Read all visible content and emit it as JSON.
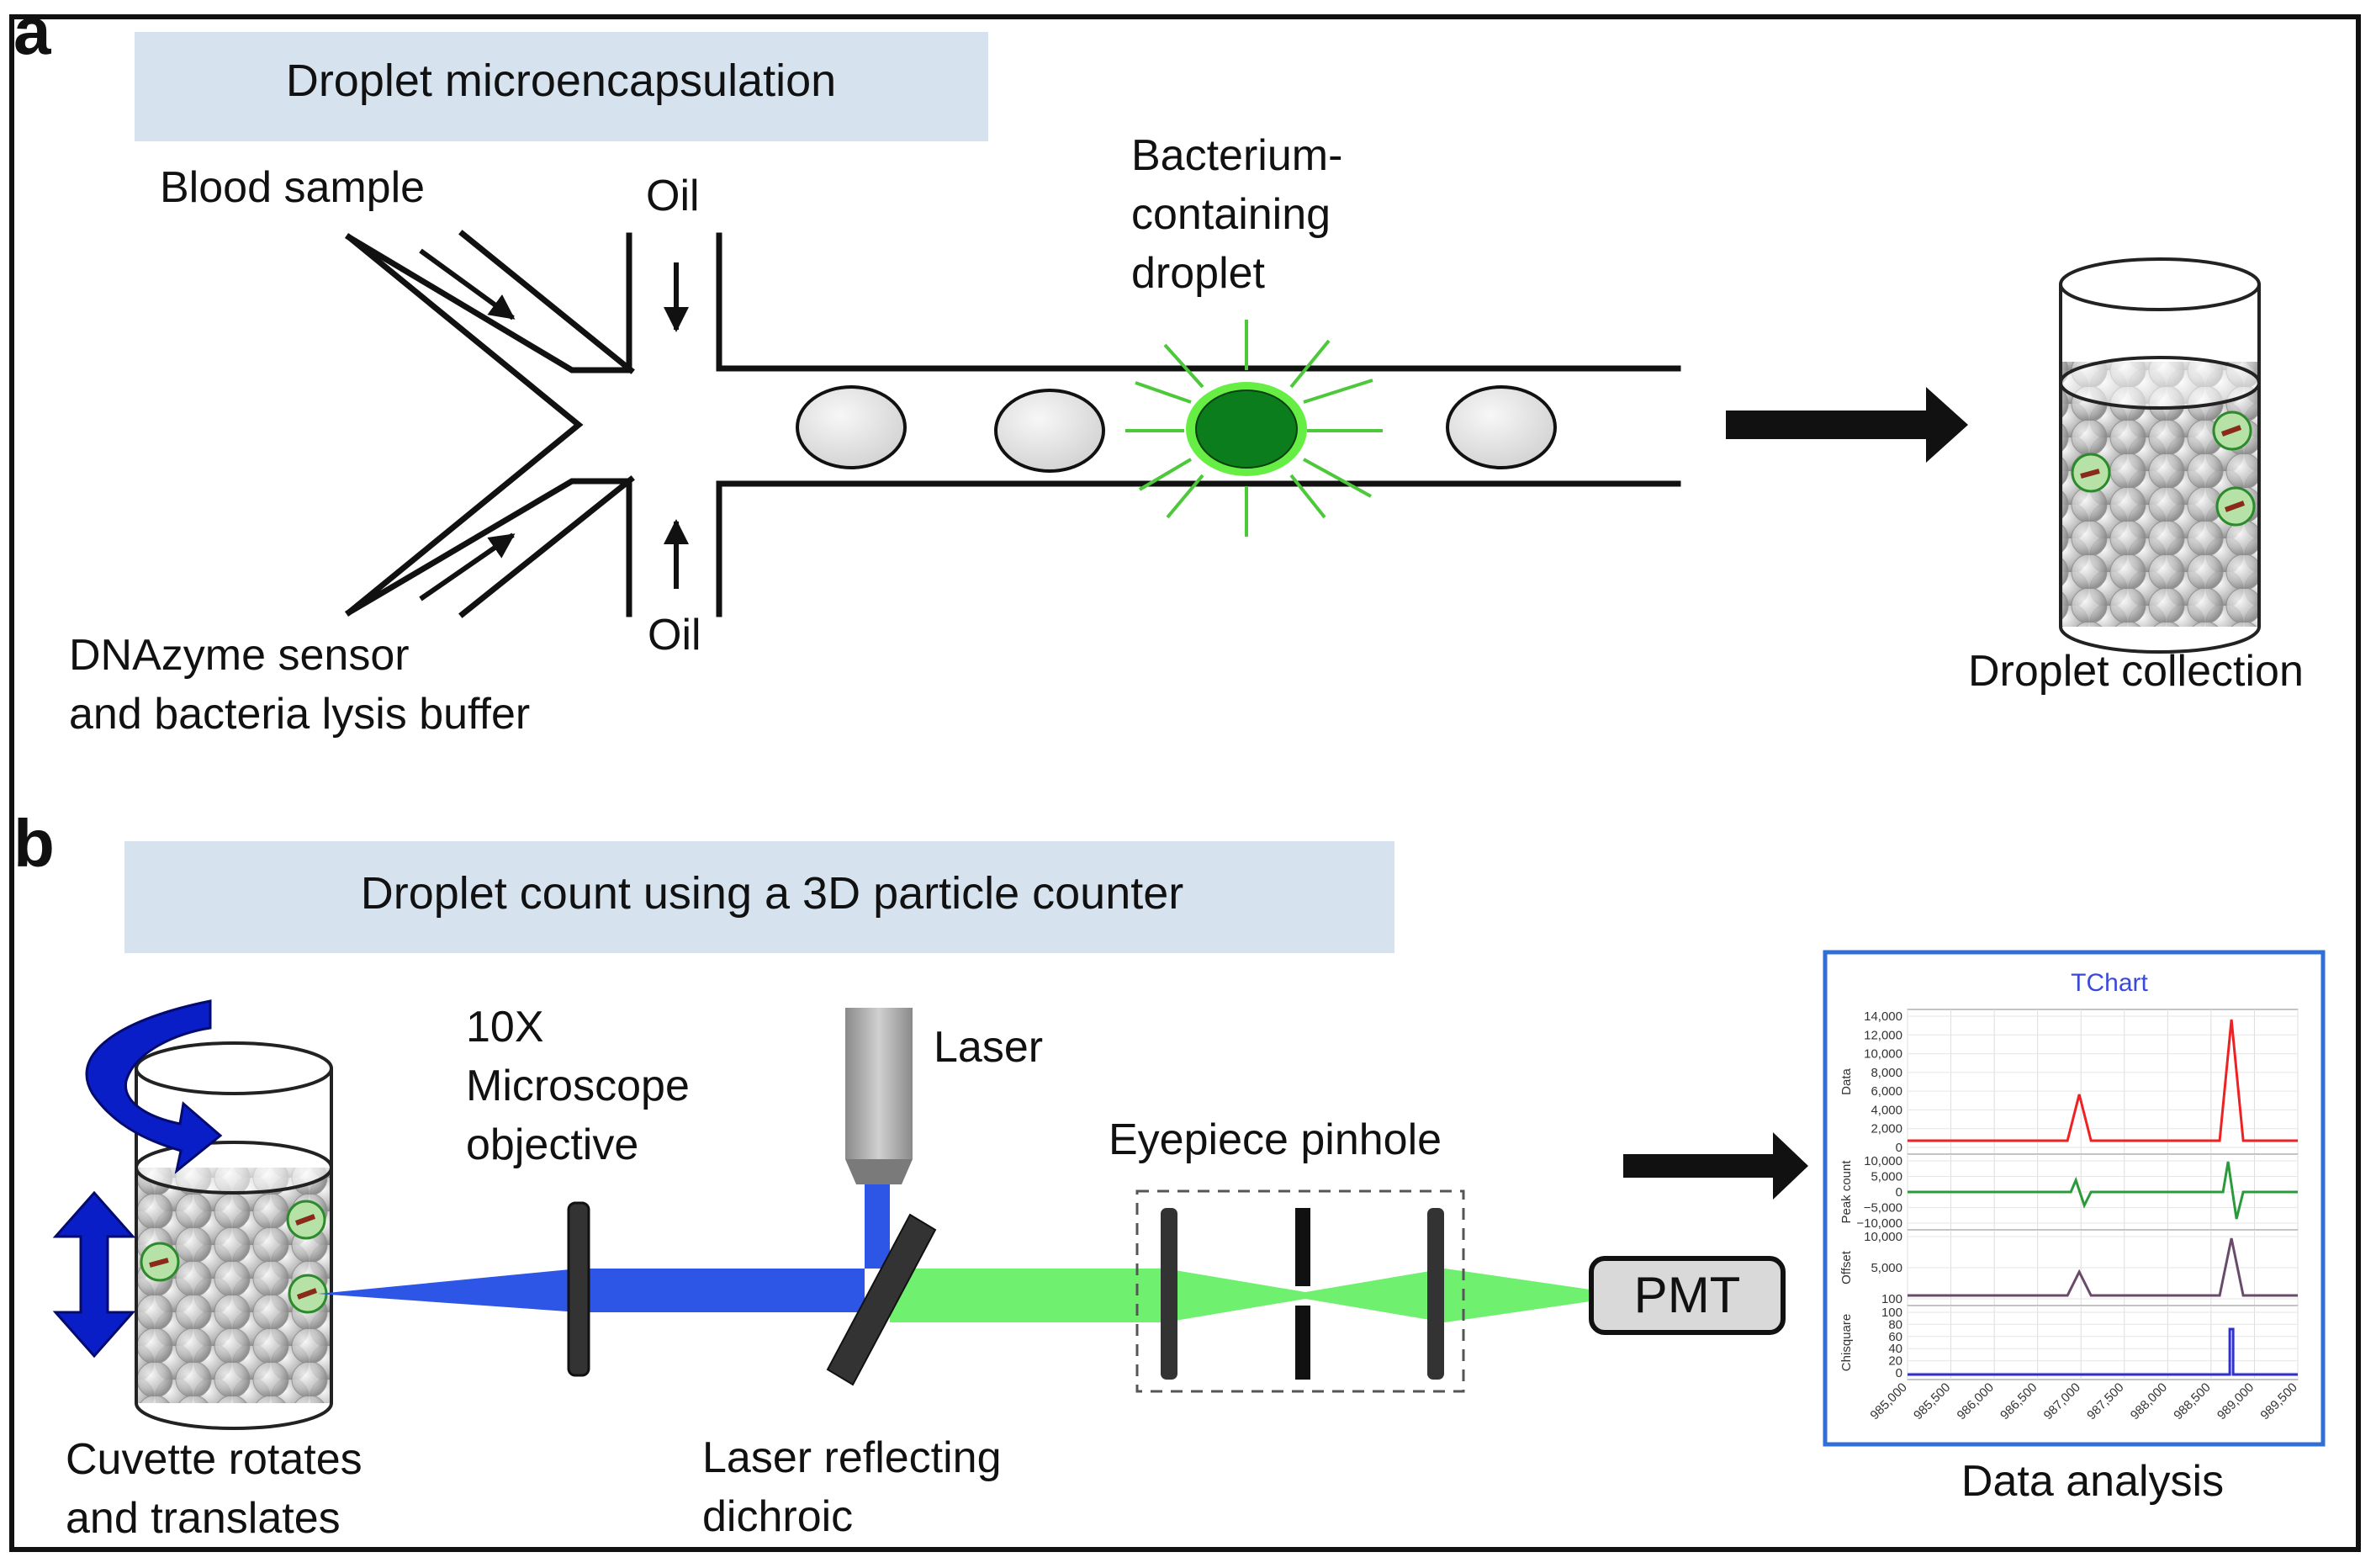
{
  "panels": {
    "a": {
      "letter": "a",
      "banner": "Droplet microencapsulation",
      "blood_sample": "Blood sample",
      "oil_top": "Oil",
      "oil_bottom": "Oil",
      "bacterium_line1": "Bacterium-",
      "bacterium_line2": "containing",
      "bacterium_line3": "droplet",
      "dnazyme_line1": "DNAzyme sensor",
      "dnazyme_line2": "and bacteria lysis buffer",
      "droplet_collection": "Droplet collection"
    },
    "b": {
      "letter": "b",
      "banner": "Droplet count using a 3D particle counter",
      "objective_line1": "10X",
      "objective_line2": "Microscope",
      "objective_line3": "objective",
      "laser": "Laser",
      "eyepiece": "Eyepiece pinhole",
      "pmt": "PMT",
      "cuvette_line1": "Cuvette rotates",
      "cuvette_line2": "and translates",
      "dichroic_line1": "Laser reflecting",
      "dichroic_line2": "dichroic",
      "data_analysis": "Data analysis"
    }
  },
  "tchart": {
    "title": "TChart",
    "axis_names": [
      "Data",
      "Peak count",
      "Offset",
      "Chisquare"
    ],
    "data_ticks": [
      "14,000",
      "12,000",
      "10,000",
      "8,000",
      "6,000",
      "4,000",
      "2,000",
      "0"
    ],
    "peak_ticks": [
      "10,000",
      "5,000",
      "0",
      "−5,000",
      "−10,000"
    ],
    "offset_ticks": [
      "10,000",
      "5,000",
      "100"
    ],
    "chi_ticks": [
      "100",
      "80",
      "60",
      "40",
      "20",
      "0"
    ],
    "x_ticks": [
      "985,000",
      "985,500",
      "986,000",
      "986,500",
      "987,000",
      "987,500",
      "988,000",
      "988,500",
      "989,000",
      "989,500"
    ]
  },
  "colors": {
    "banner": "#d6e3ef",
    "droplet_fill": "#e6e6e6",
    "bacterium_droplet": "#0c7d1c",
    "bacterium_glow": "#66ee44",
    "blue_beam": "#2e56e6",
    "green_beam": "#6ff06f",
    "rotate_arrow": "#0a1ec8",
    "chart_border": "#2f6fd6",
    "series_data": "#ee2222",
    "series_peak": "#2a9a3a",
    "series_offset": "#6a4a6a",
    "series_chi": "#3030cc"
  },
  "icons": [
    "flow-arrow-icon",
    "rotate-arrow-icon",
    "translate-arrow-icon",
    "cuvette-icon",
    "droplet-icon"
  ]
}
